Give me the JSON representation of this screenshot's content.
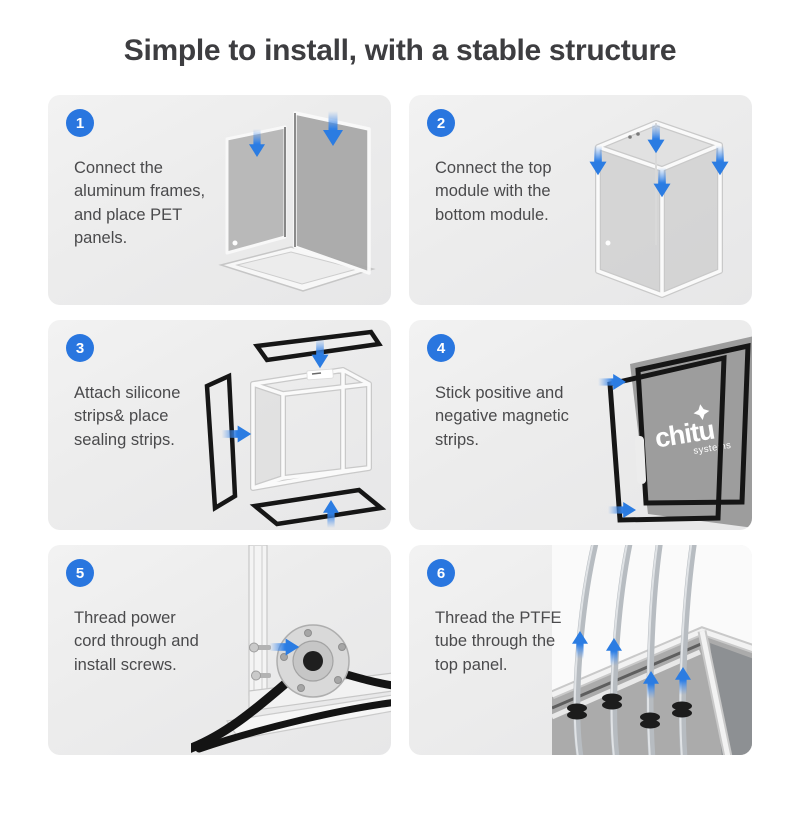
{
  "title": "Simple to install, with a stable structure",
  "colors": {
    "accent_blue": "#2b7ce2",
    "badge_blue": "#2976df",
    "card_bg": "#ededed",
    "title_text": "#3d3d40",
    "body_text": "#4a4a4c",
    "strip_black": "#161616",
    "panel_gray": "#9d9d9d"
  },
  "steps": [
    {
      "number": "1",
      "text": "Connect the\naluminum frames,\nand place PET\npanels."
    },
    {
      "number": "2",
      "text": "Connect the top\nmodule with the\nbottom module."
    },
    {
      "number": "3",
      "text": "Attach silicone\nstrips& place\nsealing strips."
    },
    {
      "number": "4",
      "text": "Stick positive and\nnegative magnetic\nstrips."
    },
    {
      "number": "5",
      "text": "Thread power\ncord through and\ninstall screws."
    },
    {
      "number": "6",
      "text": "Thread the PTFE\ntube through the\ntop panel."
    }
  ],
  "logo": {
    "brand": "chitu",
    "sub": "systems"
  }
}
